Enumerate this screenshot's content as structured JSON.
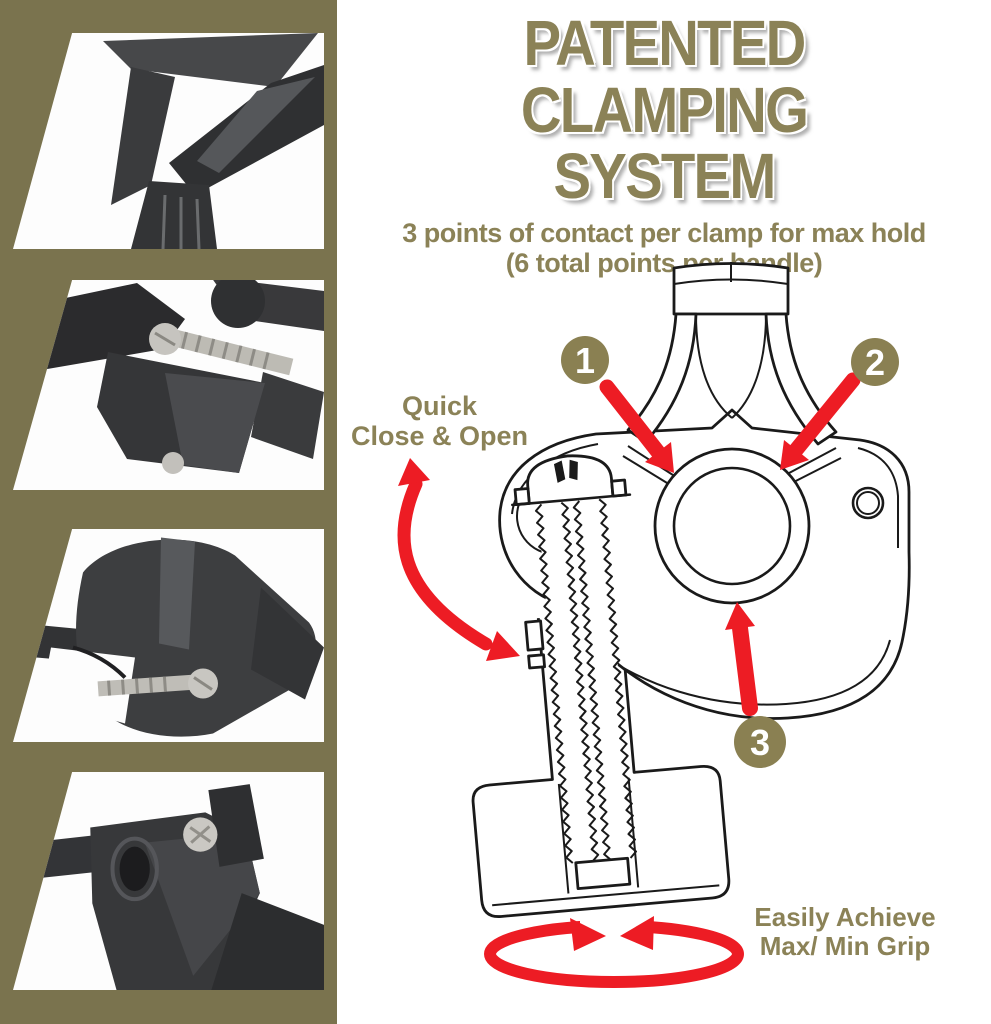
{
  "header": {
    "title_line1": "PATENTED CLAMPING",
    "title_line2": "SYSTEM",
    "subtitle_line1": "3 points of contact per clamp for max hold",
    "subtitle_line2": "(6 total points per handle)"
  },
  "callouts": {
    "quick_line1": "Quick",
    "quick_line2": "Close & Open",
    "grip_line1": "Easily Achieve",
    "grip_line2": "Max/ Min Grip"
  },
  "diagram": {
    "markers": [
      "1",
      "2",
      "3"
    ],
    "marker_meaning": "3 points of contact per clamp"
  },
  "photos": [
    {
      "name": "clamp-fork-arm-photo"
    },
    {
      "name": "clamp-screw-assembly-photo"
    },
    {
      "name": "clamp-hook-jaw-photo"
    },
    {
      "name": "clamp-bracket-screw-photo"
    }
  ],
  "colors": {
    "panel_olive": "#7a734e",
    "text_olive": "#8b8257",
    "marker_olive": "#8a8052",
    "arrow_red": "#ed1c24",
    "line_ink": "#1a1a1a",
    "background": "#ffffff"
  }
}
